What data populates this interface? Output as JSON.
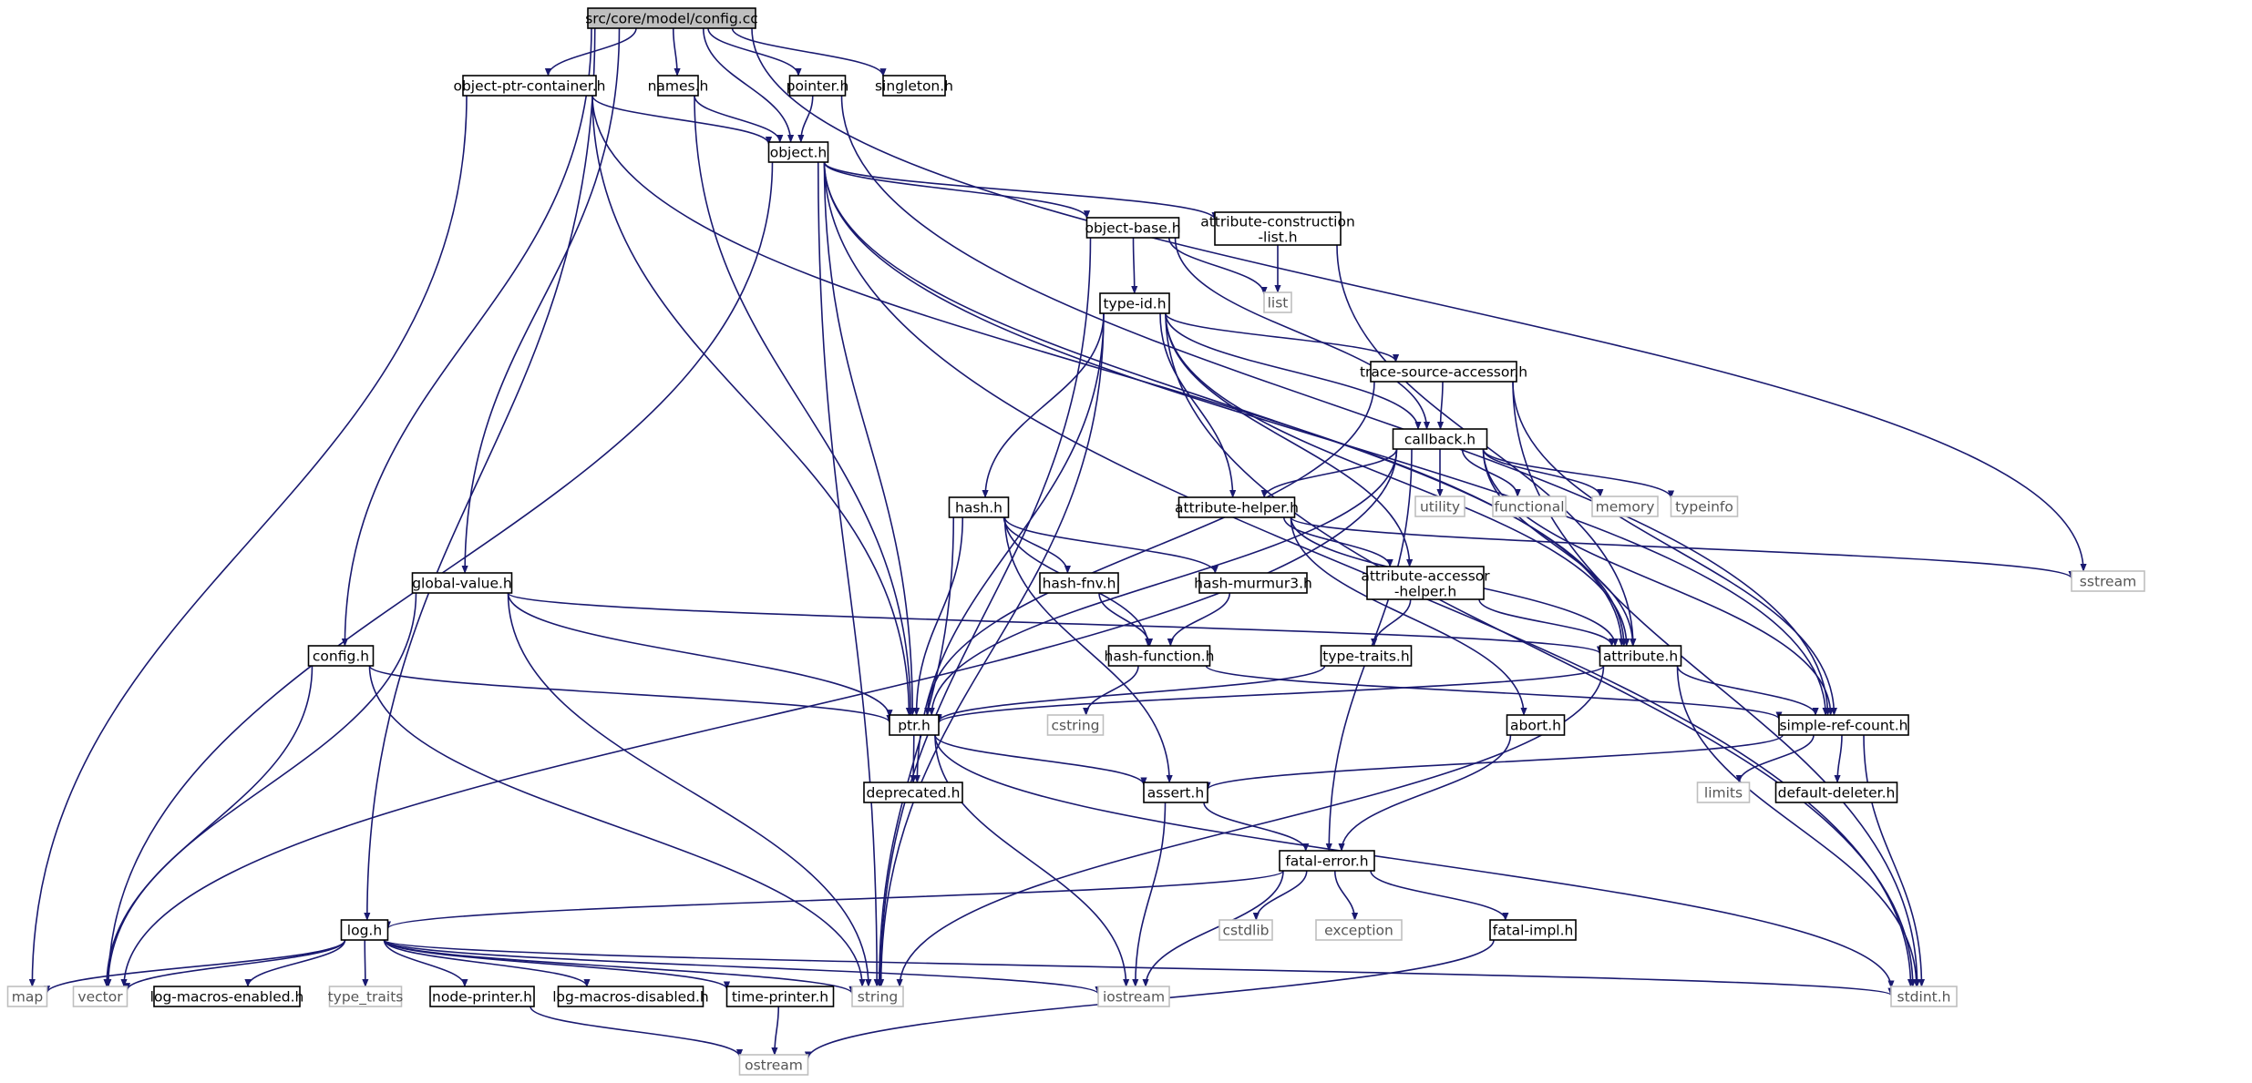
{
  "graph_title": "src/core/model/config.cc",
  "colors": {
    "edge": "#191970",
    "root_fill": "#bfbfbf",
    "node_border": "#000000",
    "system_border": "#bfbfbf",
    "system_text": "#555555"
  },
  "nodes": [
    {
      "id": "config_cc",
      "label": "src/core/model/config.cc",
      "kind": "root"
    },
    {
      "id": "object_ptr_container",
      "label": "object-ptr-container.h",
      "kind": "header"
    },
    {
      "id": "names",
      "label": "names.h",
      "kind": "header"
    },
    {
      "id": "pointer",
      "label": "pointer.h",
      "kind": "header"
    },
    {
      "id": "singleton",
      "label": "singleton.h",
      "kind": "header"
    },
    {
      "id": "object",
      "label": "object.h",
      "kind": "header"
    },
    {
      "id": "object_base",
      "label": "object-base.h",
      "kind": "header"
    },
    {
      "id": "attr_construction",
      "label": [
        "attribute-construction",
        "-list.h"
      ],
      "kind": "header"
    },
    {
      "id": "list",
      "label": "list",
      "kind": "system"
    },
    {
      "id": "type_id",
      "label": "type-id.h",
      "kind": "header"
    },
    {
      "id": "trace_source",
      "label": "trace-source-accessor.h",
      "kind": "header"
    },
    {
      "id": "callback",
      "label": "callback.h",
      "kind": "header"
    },
    {
      "id": "utility",
      "label": "utility",
      "kind": "system"
    },
    {
      "id": "functional",
      "label": "functional",
      "kind": "system"
    },
    {
      "id": "memory",
      "label": "memory",
      "kind": "system"
    },
    {
      "id": "typeinfo",
      "label": "typeinfo",
      "kind": "system"
    },
    {
      "id": "hash",
      "label": "hash.h",
      "kind": "header"
    },
    {
      "id": "attr_helper",
      "label": "attribute-helper.h",
      "kind": "header"
    },
    {
      "id": "sstream",
      "label": "sstream",
      "kind": "system"
    },
    {
      "id": "global_value",
      "label": "global-value.h",
      "kind": "header"
    },
    {
      "id": "hash_fnv",
      "label": "hash-fnv.h",
      "kind": "header"
    },
    {
      "id": "hash_murmur3",
      "label": "hash-murmur3.h",
      "kind": "header"
    },
    {
      "id": "attr_accessor",
      "label": [
        "attribute-accessor",
        "-helper.h"
      ],
      "kind": "header"
    },
    {
      "id": "config_h",
      "label": "config.h",
      "kind": "header"
    },
    {
      "id": "hash_function",
      "label": "hash-function.h",
      "kind": "header"
    },
    {
      "id": "type_traits_h",
      "label": "type-traits.h",
      "kind": "header"
    },
    {
      "id": "attribute",
      "label": "attribute.h",
      "kind": "header"
    },
    {
      "id": "cstring",
      "label": "cstring",
      "kind": "system"
    },
    {
      "id": "ptr",
      "label": "ptr.h",
      "kind": "header"
    },
    {
      "id": "abort",
      "label": "abort.h",
      "kind": "header"
    },
    {
      "id": "simple_ref_count",
      "label": "simple-ref-count.h",
      "kind": "header"
    },
    {
      "id": "deprecated",
      "label": "deprecated.h",
      "kind": "header"
    },
    {
      "id": "assert",
      "label": "assert.h",
      "kind": "header"
    },
    {
      "id": "limits",
      "label": "limits",
      "kind": "system"
    },
    {
      "id": "default_deleter",
      "label": "default-deleter.h",
      "kind": "header"
    },
    {
      "id": "fatal_error",
      "label": "fatal-error.h",
      "kind": "header"
    },
    {
      "id": "log",
      "label": "log.h",
      "kind": "header"
    },
    {
      "id": "cstdlib",
      "label": "cstdlib",
      "kind": "system"
    },
    {
      "id": "exception",
      "label": "exception",
      "kind": "system"
    },
    {
      "id": "fatal_impl",
      "label": "fatal-impl.h",
      "kind": "header"
    },
    {
      "id": "map",
      "label": "map",
      "kind": "system"
    },
    {
      "id": "vector",
      "label": "vector",
      "kind": "system"
    },
    {
      "id": "log_macros_enabled",
      "label": "log-macros-enabled.h",
      "kind": "header"
    },
    {
      "id": "type_traits",
      "label": "type_traits",
      "kind": "system"
    },
    {
      "id": "node_printer",
      "label": "node-printer.h",
      "kind": "header"
    },
    {
      "id": "log_macros_disabled",
      "label": "log-macros-disabled.h",
      "kind": "header"
    },
    {
      "id": "time_printer",
      "label": "time-printer.h",
      "kind": "header"
    },
    {
      "id": "string",
      "label": "string",
      "kind": "system"
    },
    {
      "id": "iostream",
      "label": "iostream",
      "kind": "system"
    },
    {
      "id": "stdint",
      "label": "stdint.h",
      "kind": "system"
    },
    {
      "id": "ostream",
      "label": "ostream",
      "kind": "system"
    }
  ],
  "edges": [
    [
      "config_cc",
      "object_ptr_container"
    ],
    [
      "config_cc",
      "names"
    ],
    [
      "config_cc",
      "pointer"
    ],
    [
      "config_cc",
      "singleton"
    ],
    [
      "config_cc",
      "object"
    ],
    [
      "config_cc",
      "sstream"
    ],
    [
      "config_cc",
      "config_h"
    ],
    [
      "config_cc",
      "global_value"
    ],
    [
      "config_cc",
      "log"
    ],
    [
      "object_ptr_container",
      "object"
    ],
    [
      "object_ptr_container",
      "map"
    ],
    [
      "object_ptr_container",
      "ptr"
    ],
    [
      "object_ptr_container",
      "attribute"
    ],
    [
      "names",
      "object"
    ],
    [
      "names",
      "ptr"
    ],
    [
      "pointer",
      "object"
    ],
    [
      "pointer",
      "simple_ref_count"
    ],
    [
      "object",
      "object_base"
    ],
    [
      "object",
      "attr_construction"
    ],
    [
      "object",
      "ptr"
    ],
    [
      "object",
      "vector"
    ],
    [
      "object",
      "string"
    ],
    [
      "object",
      "attribute"
    ],
    [
      "object",
      "simple_ref_count"
    ],
    [
      "object",
      "stdint"
    ],
    [
      "object_base",
      "type_id"
    ],
    [
      "object_base",
      "callback"
    ],
    [
      "object_base",
      "list"
    ],
    [
      "object_base",
      "string"
    ],
    [
      "attr_construction",
      "list"
    ],
    [
      "attr_construction",
      "attribute"
    ],
    [
      "type_id",
      "trace_source"
    ],
    [
      "type_id",
      "callback"
    ],
    [
      "type_id",
      "hash"
    ],
    [
      "type_id",
      "attr_helper"
    ],
    [
      "type_id",
      "attr_accessor"
    ],
    [
      "type_id",
      "attribute"
    ],
    [
      "type_id",
      "deprecated"
    ],
    [
      "type_id",
      "string"
    ],
    [
      "type_id",
      "stdint"
    ],
    [
      "trace_source",
      "callback"
    ],
    [
      "trace_source",
      "ptr"
    ],
    [
      "trace_source",
      "simple_ref_count"
    ],
    [
      "trace_source",
      "stdint"
    ],
    [
      "callback",
      "utility"
    ],
    [
      "callback",
      "functional"
    ],
    [
      "callback",
      "memory"
    ],
    [
      "callback",
      "typeinfo"
    ],
    [
      "callback",
      "attr_helper"
    ],
    [
      "callback",
      "ptr"
    ],
    [
      "callback",
      "attribute"
    ],
    [
      "callback",
      "simple_ref_count"
    ],
    [
      "callback",
      "fatal_error"
    ],
    [
      "callback",
      "vector"
    ],
    [
      "attr_helper",
      "attr_accessor"
    ],
    [
      "attr_helper",
      "attribute"
    ],
    [
      "attr_helper",
      "abort"
    ],
    [
      "attr_helper",
      "sstream"
    ],
    [
      "attr_accessor",
      "attribute"
    ],
    [
      "attr_accessor",
      "type_traits_h"
    ],
    [
      "type_traits_h",
      "ptr"
    ],
    [
      "hash",
      "hash_fnv"
    ],
    [
      "hash",
      "hash_murmur3"
    ],
    [
      "hash",
      "hash_function"
    ],
    [
      "hash",
      "ptr"
    ],
    [
      "hash",
      "assert"
    ],
    [
      "hash",
      "string"
    ],
    [
      "hash_fnv",
      "hash_function"
    ],
    [
      "hash_murmur3",
      "hash_function"
    ],
    [
      "hash_function",
      "cstring"
    ],
    [
      "hash_function",
      "simple_ref_count"
    ],
    [
      "global_value",
      "attribute"
    ],
    [
      "global_value",
      "ptr"
    ],
    [
      "global_value",
      "vector"
    ],
    [
      "global_value",
      "string"
    ],
    [
      "config_h",
      "ptr"
    ],
    [
      "config_h",
      "vector"
    ],
    [
      "config_h",
      "string"
    ],
    [
      "attribute",
      "ptr"
    ],
    [
      "attribute",
      "simple_ref_count"
    ],
    [
      "attribute",
      "string"
    ],
    [
      "attribute",
      "stdint"
    ],
    [
      "ptr",
      "deprecated"
    ],
    [
      "ptr",
      "assert"
    ],
    [
      "ptr",
      "iostream"
    ],
    [
      "ptr",
      "stdint"
    ],
    [
      "abort",
      "fatal_error"
    ],
    [
      "simple_ref_count",
      "assert"
    ],
    [
      "simple_ref_count",
      "limits"
    ],
    [
      "simple_ref_count",
      "default_deleter"
    ],
    [
      "simple_ref_count",
      "stdint"
    ],
    [
      "assert",
      "fatal_error"
    ],
    [
      "assert",
      "iostream"
    ],
    [
      "fatal_error",
      "log"
    ],
    [
      "fatal_error",
      "cstdlib"
    ],
    [
      "fatal_error",
      "exception"
    ],
    [
      "fatal_error",
      "fatal_impl"
    ],
    [
      "fatal_error",
      "iostream"
    ],
    [
      "fatal_impl",
      "ostream"
    ],
    [
      "log",
      "map"
    ],
    [
      "log",
      "vector"
    ],
    [
      "log",
      "log_macros_enabled"
    ],
    [
      "log",
      "type_traits"
    ],
    [
      "log",
      "node_printer"
    ],
    [
      "log",
      "log_macros_disabled"
    ],
    [
      "log",
      "time_printer"
    ],
    [
      "log",
      "string"
    ],
    [
      "log",
      "iostream"
    ],
    [
      "log",
      "stdint"
    ],
    [
      "node_printer",
      "ostream"
    ],
    [
      "time_printer",
      "ostream"
    ]
  ]
}
